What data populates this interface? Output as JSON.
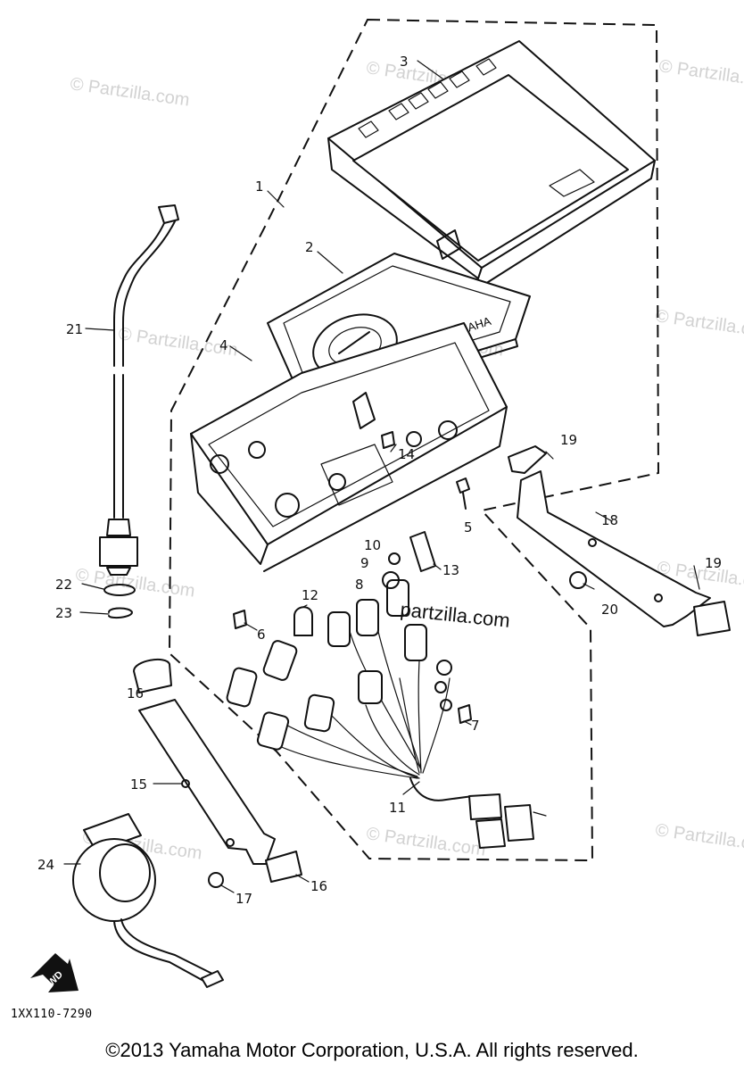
{
  "diagram": {
    "callouts": [
      {
        "id": "c1",
        "text": "1"
      },
      {
        "id": "c2",
        "text": "2"
      },
      {
        "id": "c3",
        "text": "3"
      },
      {
        "id": "c4",
        "text": "4"
      },
      {
        "id": "c5",
        "text": "5"
      },
      {
        "id": "c6",
        "text": "6"
      },
      {
        "id": "c7",
        "text": "7"
      },
      {
        "id": "c8",
        "text": "8"
      },
      {
        "id": "c9",
        "text": "9"
      },
      {
        "id": "c10",
        "text": "10"
      },
      {
        "id": "c11",
        "text": "11"
      },
      {
        "id": "c12",
        "text": "12"
      },
      {
        "id": "c13",
        "text": "13"
      },
      {
        "id": "c14",
        "text": "14"
      },
      {
        "id": "c15",
        "text": "15"
      },
      {
        "id": "c16a",
        "text": "16"
      },
      {
        "id": "c16b",
        "text": "16"
      },
      {
        "id": "c17",
        "text": "17"
      },
      {
        "id": "c18",
        "text": "18"
      },
      {
        "id": "c19a",
        "text": "19"
      },
      {
        "id": "c19b",
        "text": "19"
      },
      {
        "id": "c20",
        "text": "20"
      },
      {
        "id": "c21",
        "text": "21"
      },
      {
        "id": "c22",
        "text": "22"
      },
      {
        "id": "c23",
        "text": "23"
      },
      {
        "id": "c24",
        "text": "24"
      }
    ],
    "brand_on_meter": "YAMAHA",
    "fwd_label": "FWD",
    "watermark": "© Partzilla.com",
    "watermark_dark": "partzilla.com",
    "figure_code": "1XX110-7290"
  },
  "footer": {
    "copyright": "©2013  Yamaha Motor Corporation, U.S.A. All rights reserved."
  }
}
